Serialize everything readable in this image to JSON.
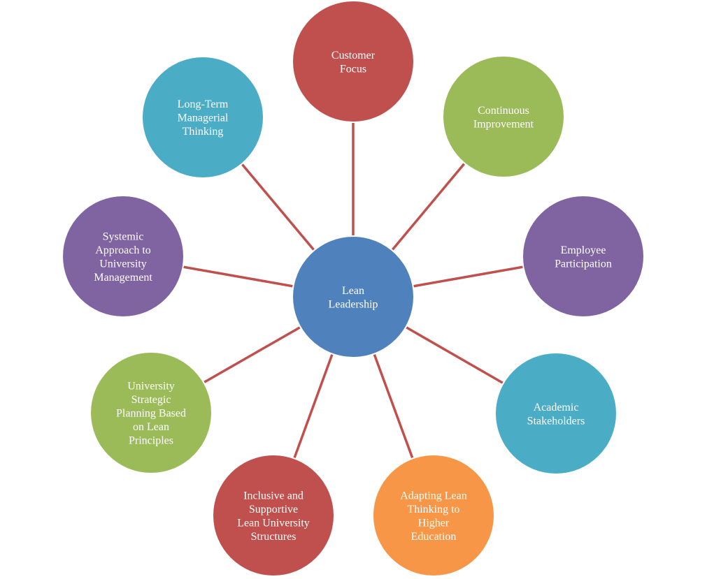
{
  "center": {
    "lines": [
      "Lean",
      "Leadership"
    ],
    "color": "#4f81bd"
  },
  "connector_color": "#c0504d",
  "nodes": [
    {
      "key": "customer-focus",
      "lines": [
        "Customer",
        "Focus"
      ],
      "color": "#c0504d"
    },
    {
      "key": "continuous-improvement",
      "lines": [
        "Continuous",
        "Improvement"
      ],
      "color": "#9bbb59"
    },
    {
      "key": "employee-participation",
      "lines": [
        "Employee",
        "Participation"
      ],
      "color": "#8064a2"
    },
    {
      "key": "academic-stakeholders",
      "lines": [
        "Academic",
        "Stakeholders"
      ],
      "color": "#4bacc6"
    },
    {
      "key": "adapting-lean-thinking",
      "lines": [
        "Adapting Lean",
        "Thinking  to",
        "Higher",
        "Education"
      ],
      "color": "#f79646"
    },
    {
      "key": "inclusive-supportive-structures",
      "lines": [
        "Inclusive and",
        "Supportive",
        "Lean University",
        "Structures"
      ],
      "color": "#c0504d"
    },
    {
      "key": "strategic-planning",
      "lines": [
        "University",
        "Strategic",
        "Planning  Based",
        "on Lean",
        "Principles"
      ],
      "color": "#9bbb59"
    },
    {
      "key": "systemic-approach",
      "lines": [
        "Systemic",
        "Approach to",
        "University",
        "Management"
      ],
      "color": "#8064a2"
    },
    {
      "key": "long-term-thinking",
      "lines": [
        "Long-Term",
        "Managerial",
        "Thinking"
      ],
      "color": "#4bacc6"
    }
  ]
}
